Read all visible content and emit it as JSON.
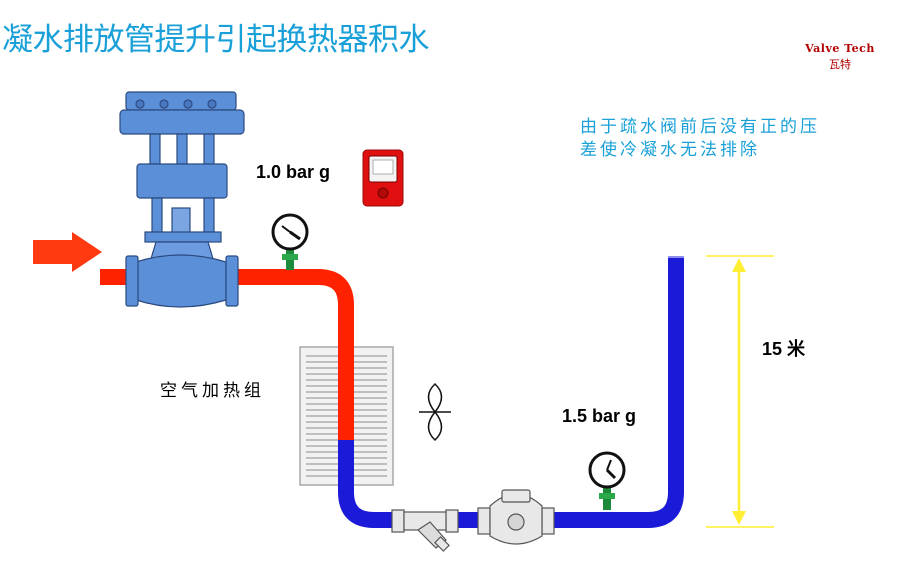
{
  "title": "凝水排放管提升引起换热器积水",
  "brand": {
    "name_en": "Valve Tech",
    "name_cn": "瓦特"
  },
  "note_lines": [
    "由于疏水阀前后没有正的压",
    "差使冷凝水无法排除"
  ],
  "labels": {
    "pressure_before_trap": "1.0 bar g",
    "pressure_after_trap": "1.5 bar g",
    "lift_height": "15 米",
    "heater": "空气加热组"
  },
  "colors": {
    "title": "#1aa0d8",
    "steam_pipe": "#ff2200",
    "condensate_pipe": "#1a1ad8",
    "valve": "#5b8fd8",
    "height_marker": "#ffee33",
    "flow_arrow": "#ff3a10",
    "controller": "#e01010"
  },
  "icons": {
    "flow_arrow": "right-arrow-icon",
    "gauge": "pressure-gauge-icon",
    "fan": "fan-icon",
    "controller": "controller-icon"
  }
}
